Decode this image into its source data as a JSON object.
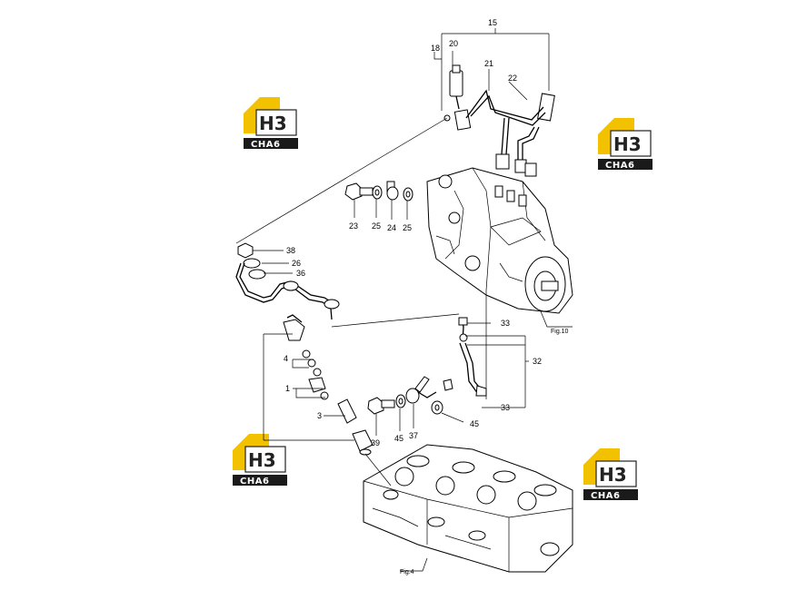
{
  "labels": {
    "l15": "15",
    "l18": "18",
    "l20": "20",
    "l21": "21",
    "l22": "22",
    "l23": "23",
    "l25a": "25",
    "l24": "24",
    "l25b": "25",
    "l38": "38",
    "l26": "26",
    "l36": "36",
    "l4": "4",
    "l1": "1",
    "l3": "3",
    "l33a": "33",
    "l32": "32",
    "l33b": "33",
    "l39": "39",
    "l45a": "45",
    "l37": "37",
    "l45b": "45"
  },
  "figure_refs": {
    "fig10": "Fig.10",
    "fig4": "Fig.4"
  },
  "watermark": {
    "mark": "H3",
    "text": "CHA6",
    "accent": "#f2c200",
    "dark": "#1a1a1a"
  },
  "colors": {
    "line": "#000000",
    "background": "#ffffff"
  }
}
